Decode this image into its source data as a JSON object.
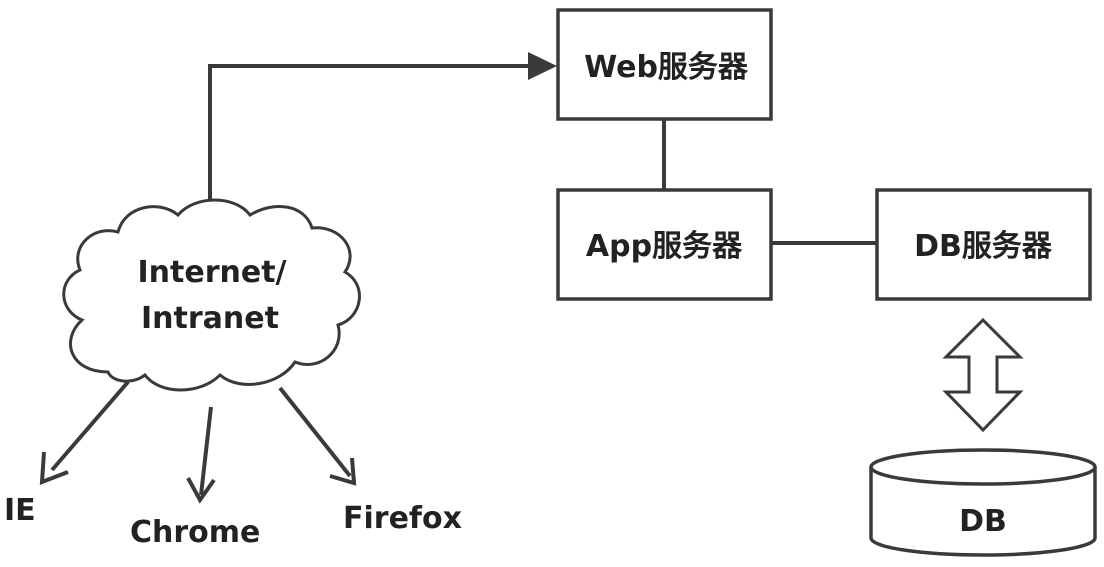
{
  "cloud": {
    "line1": "Internet/",
    "line2": "Intranet"
  },
  "browsers": {
    "ie": "IE",
    "chrome": "Chrome",
    "firefox": "Firefox"
  },
  "servers": {
    "web": "Web服务器",
    "app": "App服务器",
    "db": "DB服务器"
  },
  "database": {
    "label": "DB"
  },
  "colors": {
    "stroke": "#3a3a3a",
    "text": "#222222",
    "background": "#ffffff"
  }
}
